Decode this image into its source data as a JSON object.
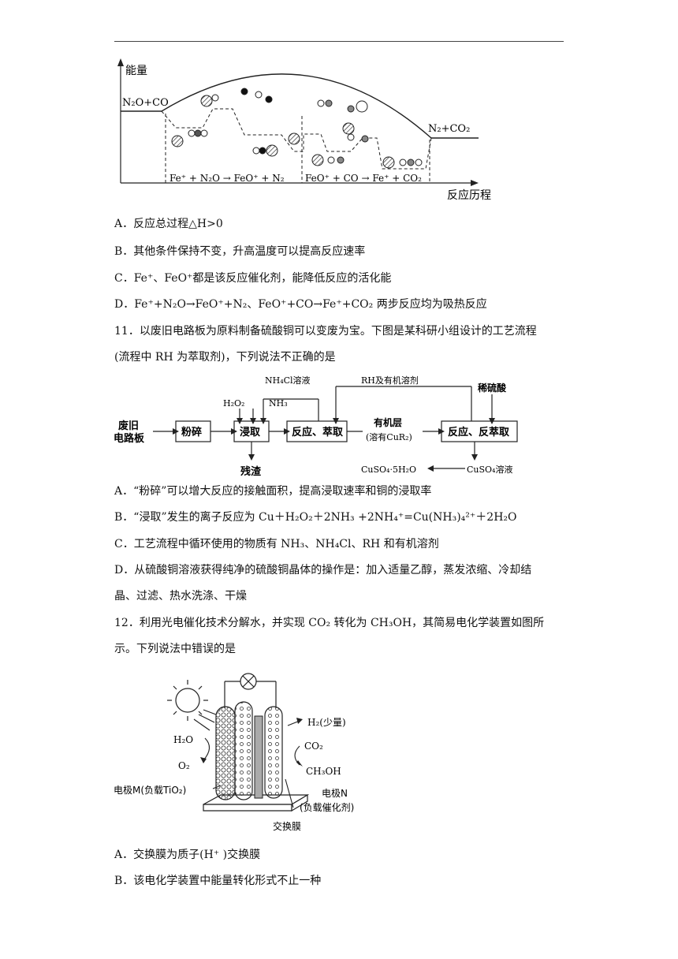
{
  "fig1": {
    "y_label": "能量",
    "x_label": "反应历程",
    "start_label": "N₂O+CO",
    "end_label": "N₂+CO₂",
    "step1_label": "Fe⁺ + N₂O → FeO⁺ + N₂",
    "step2_label": "FeO⁺ + CO → Fe⁺ + CO₂"
  },
  "q10_options": [
    "A．反应总过程△H>0",
    "B．其他条件保持不变，升高温度可以提高反应速率",
    "C．Fe⁺、FeO⁺都是该反应催化剂，能降低反应的活化能",
    "D．Fe⁺+N₂O→FeO⁺+N₂、FeO⁺+CO→Fe⁺+CO₂ 两步反应均为吸热反应"
  ],
  "q11": {
    "stem_line1": "11．以废旧电路板为原料制备硫酸铜可以变废为宝。下图是某科研小组设计的工艺流程",
    "stem_line2": "(流程中  RH  为萃取剂)，下列说法不正确的是",
    "options": [
      "A．“粉碎”可以增大反应的接触面积，提高浸取速率和铜的浸取率",
      "B．“浸取”发生的离子反应为  Cu＋H₂O₂＋2NH₃ +2NH₄⁺=Cu(NH₃)₄²⁺＋2H₂O",
      "C．工艺流程中循环使用的物质有  NH₃、NH₄Cl、RH  和有机溶剂",
      "D．从硫酸铜溶液获得纯净的硫酸铜晶体的操作是：加入适量乙醇，蒸发浓缩、冷却结"
    ],
    "option_d_cont": "晶、过滤、热水洗涤、干燥"
  },
  "fig2": {
    "source_line1": "废旧",
    "source_line2": "电路板",
    "box_crush": "粉碎",
    "box_leach": "浸取",
    "box_extract": "反应、萃取",
    "box_strip": "反应、反萃取",
    "h2o2": "H₂O₂",
    "nh3": "NH₃",
    "nh4cl": "NH₄Cl溶液",
    "rh": "RH及有机溶剂",
    "acid": "稀硫酸",
    "organic_line1": "有机层",
    "organic_line2": "(溶有CuR₂)",
    "residue": "残渣",
    "cuso4_sol": "CuSO₄溶液",
    "crystal": "CuSO₄·5H₂O"
  },
  "q12": {
    "stem_line1": "12．利用光电催化技术分解水，并实现 CO₂ 转化为 CH₃OH，其简易电化学装置如图所",
    "stem_line2": "示。下列说法中错误的是",
    "options": [
      "A．交换膜为质子(H⁺ )交换膜",
      "B．该电化学装置中能量转化形式不止一种"
    ]
  },
  "fig3": {
    "h2o": "H₂O",
    "o2": "O₂",
    "h2": "H₂(少量)",
    "co2": "CO₂",
    "ch3oh": "CH₃OH",
    "electrode_m": "电极M(负载TiO₂)",
    "electrode_n_line1": "电极N",
    "electrode_n_line2": "(负载催化剂)",
    "membrane": "交换膜"
  }
}
